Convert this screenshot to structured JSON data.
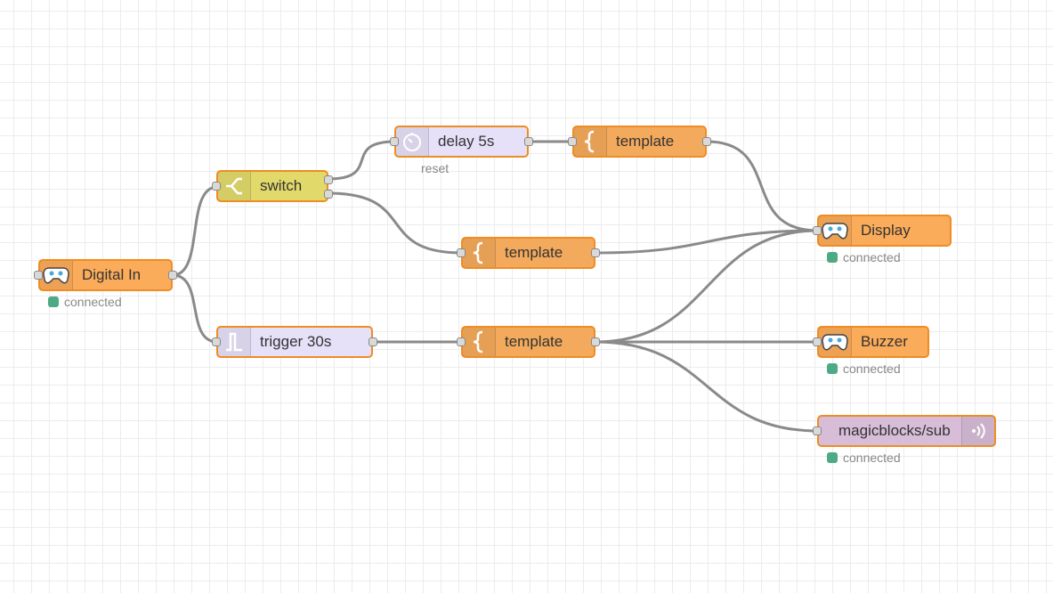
{
  "colors": {
    "canvas": "#ffffff",
    "grid": "#ececec",
    "wire": "#8a8a8a",
    "node_border": "#f08c24",
    "orange_node": "#fbac5a",
    "template_node": "#f4aa5c",
    "switch_node": "#e2d96b",
    "function_node": "#e6e0f8",
    "mqtt_node": "#d7bdd8",
    "status_connected": "#4ea985"
  },
  "nodes": {
    "digital_in": {
      "label": "Digital In",
      "icon": "controller-icon",
      "status": "connected"
    },
    "switch": {
      "label": "switch",
      "icon": "switch-icon"
    },
    "delay": {
      "label": "delay 5s",
      "icon": "timer-icon",
      "sublabel": "reset"
    },
    "template_top": {
      "label": "template",
      "icon": "curly-brace-icon"
    },
    "template_mid": {
      "label": "template",
      "icon": "curly-brace-icon"
    },
    "trigger": {
      "label": "trigger 30s",
      "icon": "pulse-icon"
    },
    "template_bottom": {
      "label": "template",
      "icon": "curly-brace-icon"
    },
    "display": {
      "label": "Display",
      "icon": "controller-icon",
      "status": "connected"
    },
    "buzzer": {
      "label": "Buzzer",
      "icon": "controller-icon",
      "status": "connected"
    },
    "mqtt_out": {
      "label": "magicblocks/sub",
      "icon": "broadcast-icon",
      "status": "connected"
    }
  },
  "wires": [
    {
      "from": "digital_in",
      "to": "switch"
    },
    {
      "from": "digital_in",
      "to": "trigger"
    },
    {
      "from": "switch",
      "port": 1,
      "to": "delay"
    },
    {
      "from": "switch",
      "port": 2,
      "to": "template_mid"
    },
    {
      "from": "delay",
      "to": "template_top"
    },
    {
      "from": "template_top",
      "to": "display"
    },
    {
      "from": "template_mid",
      "to": "display"
    },
    {
      "from": "trigger",
      "to": "template_bottom"
    },
    {
      "from": "template_bottom",
      "to": "display"
    },
    {
      "from": "template_bottom",
      "to": "buzzer"
    },
    {
      "from": "template_bottom",
      "to": "mqtt_out"
    }
  ]
}
